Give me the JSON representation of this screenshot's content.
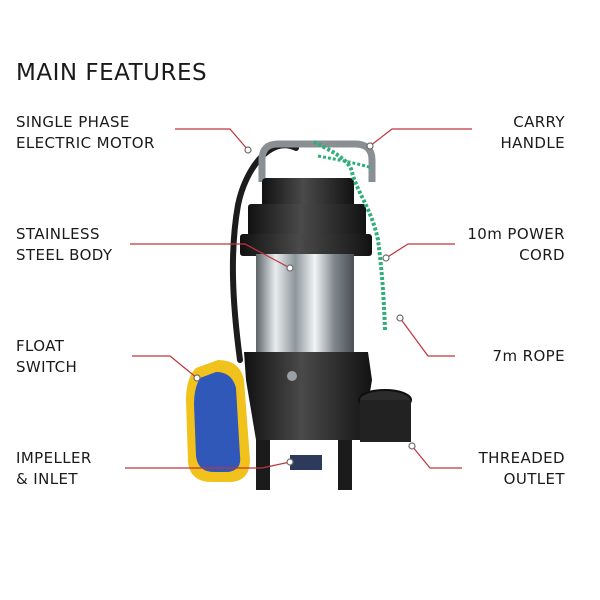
{
  "title": "MAIN FEATURES",
  "features": {
    "motor": {
      "line1": "SINGLE PHASE",
      "line2": "ELECTRIC MOTOR"
    },
    "body": {
      "line1": "STAINLESS",
      "line2": "STEEL BODY"
    },
    "float": {
      "line1": "FLOAT",
      "line2": "SWITCH"
    },
    "impeller": {
      "line1": "IMPELLER",
      "line2": "& INLET"
    },
    "handle": {
      "line1": "CARRY",
      "line2": "HANDLE"
    },
    "cord": {
      "line1": "10m POWER",
      "line2": "CORD"
    },
    "rope": {
      "line1": "7m ROPE"
    },
    "outlet": {
      "line1": "THREADED",
      "line2": "OUTLET"
    }
  },
  "colors": {
    "callout_line": "#c0343c",
    "pump_body": "#2a2a2a",
    "steel": "#b9bec2",
    "float_blue": "#2f58b8",
    "float_yellow": "#f1c21b",
    "rope_green": "#2fae7a"
  }
}
